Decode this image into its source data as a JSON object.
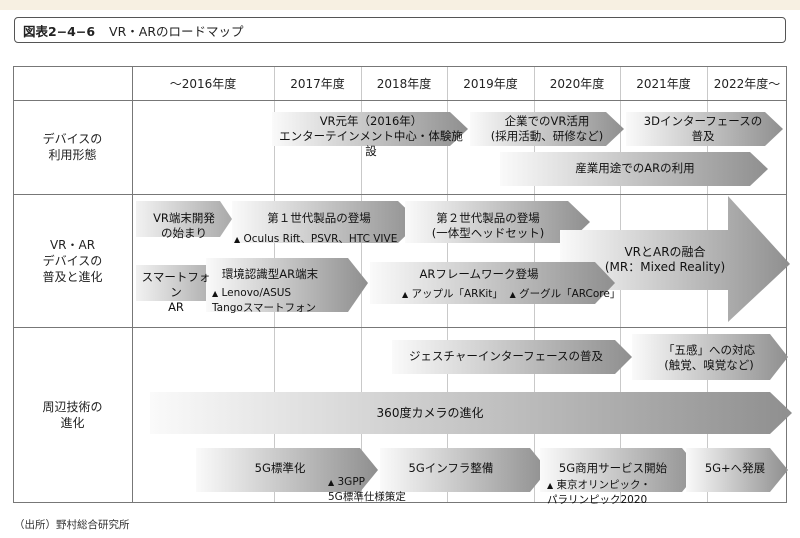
{
  "figure": {
    "number": "図表2−4−6",
    "title": "VR・ARのロードマップ"
  },
  "years": [
    "〜2016年度",
    "2017年度",
    "2018年度",
    "2019年度",
    "2020年度",
    "2021年度",
    "2022年度〜"
  ],
  "rows": [
    {
      "label": "デバイスの\n利用形態"
    },
    {
      "label": "VR・AR\nデバイスの\n普及と進化"
    },
    {
      "label": "周辺技術の\n進化"
    }
  ],
  "items": {
    "vr_first_year": "VR元年（2016年）\nエンターテインメント中心・体験施設",
    "corporate_vr": "企業でのVR活用\n(採用活動、研修など)",
    "interface_3d": "3Dインターフェースの\n普及",
    "industrial_ar": "産業用途でのARの利用",
    "vr_terminal_dev": "VR端末開発\nの始まり",
    "gen1": "第１世代製品の登場",
    "gen1_note": "Oculus Rift、PSVR、HTC VIVE",
    "gen2": "第２世代製品の登場\n(一体型ヘッドセット)",
    "mr": "VRとARの融合\n(MR：Mixed Reality)",
    "smartphone_ar": "スマートフォン\nAR",
    "env_ar": "環境認識型AR端末",
    "env_ar_note": "Lenovo/ASUS\nTangoスマートフォン",
    "ar_framework": "ARフレームワーク登場",
    "arkit_note": "アップル「ARKit」",
    "arcore_note": "グーグル「ARCore」",
    "gesture": "ジェスチャーインターフェースの普及",
    "five_senses": "「五感」への対応\n(触覚、嗅覚など)",
    "camera360": "360度カメラの進化",
    "g5_std": "5G標準化",
    "g5_3gpp": "3GPP\n5G標準仕様策定",
    "g5_infra": "5Gインフラ整備",
    "g5_service": "5G商用サービス開始",
    "olympics_note": "東京オリンピック・\nパラリンピック2020",
    "g5_plus": "5G+へ発展"
  },
  "source": "（出所）野村総合研究所",
  "colors": {
    "arrow_light": "#fafafa",
    "arrow_dark": "#8f8f8f",
    "frame": "#777777",
    "grid": "#c9c9c9"
  }
}
